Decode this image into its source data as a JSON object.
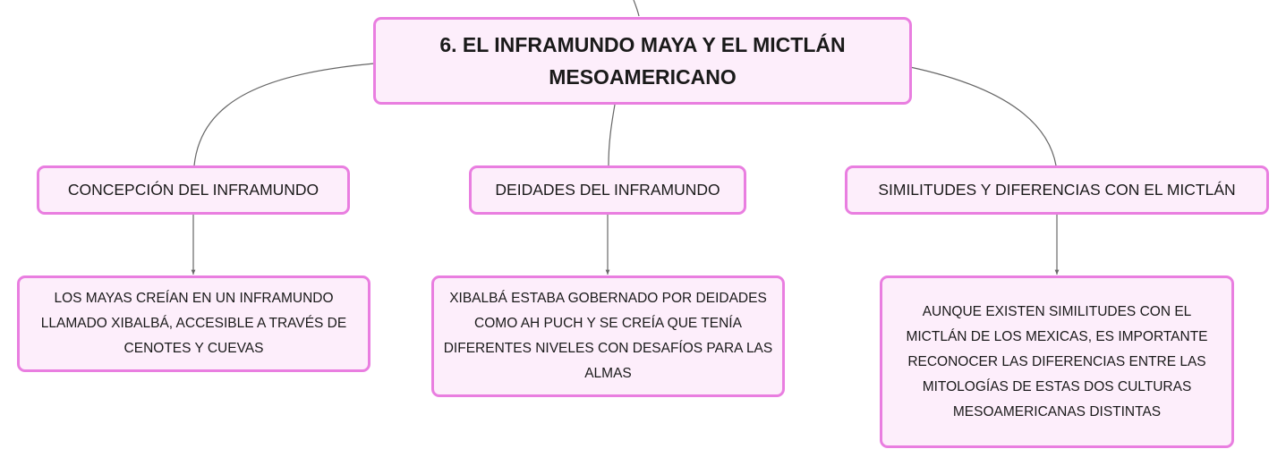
{
  "root": {
    "title": "6. EL INFRAMUNDO MAYA Y EL MICTLÁN MESOAMERICANO"
  },
  "branches": [
    {
      "label": "CONCEPCIÓN DEL INFRAMUNDO",
      "detail": "LOS MAYAS CREÍAN EN UN INFRAMUNDO LLAMADO XIBALBÁ, ACCESIBLE A TRAVÉS DE CENOTES Y CUEVAS"
    },
    {
      "label": "DEIDADES DEL INFRAMUNDO",
      "detail": "XIBALBÁ ESTABA GOBERNADO POR DEIDADES COMO AH PUCH Y SE CREÍA QUE TENÍA DIFERENTES NIVELES CON DESAFÍOS PARA LAS ALMAS"
    },
    {
      "label": "SIMILITUDES Y DIFERENCIAS CON EL MICTLÁN",
      "detail": "AUNQUE EXISTEN SIMILITUDES CON EL MICTLÁN DE LOS MEXICAS, ES IMPORTANTE RECONOCER LAS DIFERENCIAS ENTRE LAS MITOLOGÍAS DE ESTAS DOS CULTURAS MESOAMERICANAS DISTINTAS"
    }
  ],
  "colors": {
    "node_fill": "#fdeefb",
    "node_border": "#e97ee0",
    "connector": "#666666"
  }
}
